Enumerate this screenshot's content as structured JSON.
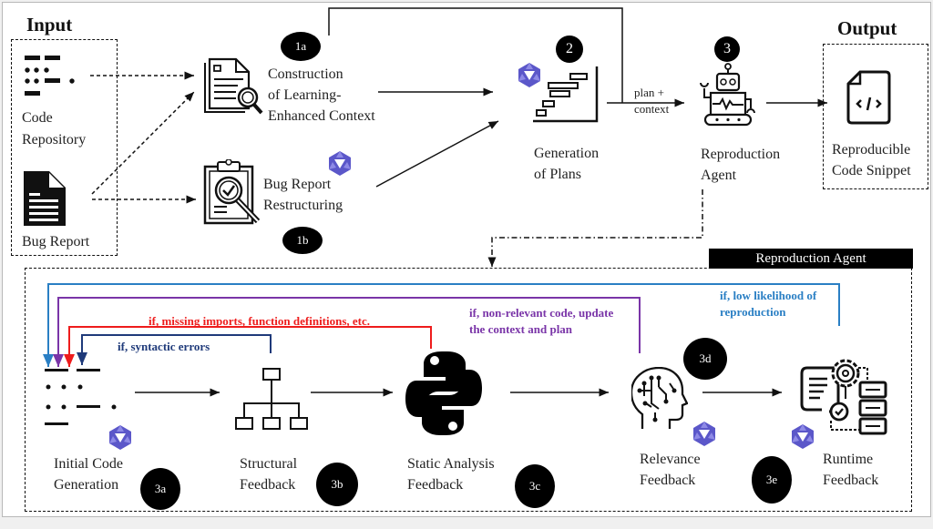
{
  "input": {
    "title": "Input",
    "code_repository": [
      "Code",
      "Repository"
    ],
    "bug_report": "Bug Report"
  },
  "output": {
    "title": "Output",
    "label": [
      "Reproducible",
      "Code Snippet"
    ]
  },
  "stages": {
    "context": {
      "badge": "1a",
      "label": [
        "Construction",
        "of  Learning-",
        "Enhanced Context"
      ]
    },
    "restructuring": {
      "badge": "1b",
      "label": [
        "Bug Report",
        "Restructuring"
      ]
    },
    "plans": {
      "badge": "2",
      "label": [
        "Generation",
        "of  Plans"
      ]
    },
    "agent": {
      "badge": "3",
      "label": [
        "Reproduction",
        "Agent"
      ]
    }
  },
  "edge_labels": {
    "plan_context": [
      "plan +",
      "context"
    ]
  },
  "agent_panel": {
    "title": "Reproduction Agent",
    "steps": [
      {
        "badge": "3a",
        "label": [
          "Initial Code",
          "Generation"
        ]
      },
      {
        "badge": "3b",
        "label": [
          "Structural",
          "Feedback"
        ]
      },
      {
        "badge": "3c",
        "label": [
          "Static Analysis",
          "Feedback"
        ]
      },
      {
        "badge": "3d",
        "label": [
          "Relevance",
          "Feedback"
        ]
      },
      {
        "badge": "3e",
        "label": [
          "Runtime",
          "Feedback"
        ]
      }
    ],
    "feedback_loops": [
      {
        "text": [
          "if, syntactic errors"
        ],
        "color": "#1f3a7a"
      },
      {
        "text": [
          "if, missing imports, function definitions, etc."
        ],
        "color": "#ee1c1c"
      },
      {
        "text": [
          "if, non-relevant code, update",
          "the context and plan"
        ],
        "color": "#7a35a8"
      },
      {
        "text": [
          "if, low likelihood of",
          "reproduction"
        ],
        "color": "#2a7fc4"
      }
    ]
  },
  "colors": {
    "llm_logo": "#5b57c9",
    "badge": "#000000"
  }
}
